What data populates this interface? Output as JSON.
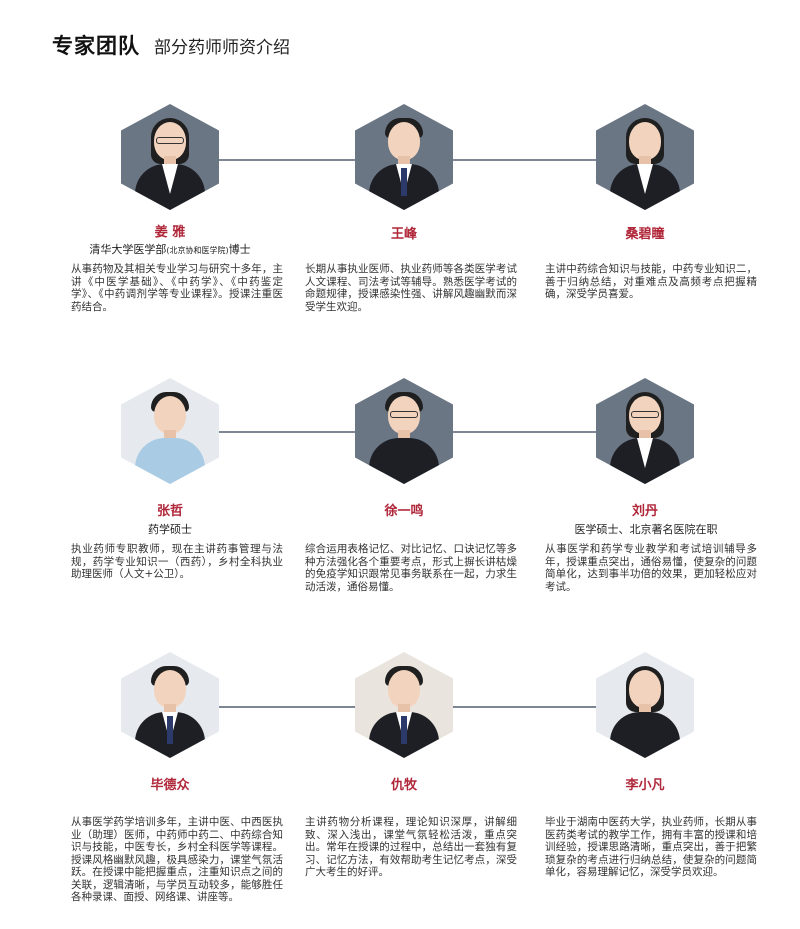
{
  "header": {
    "title": "专家团队",
    "subtitle": "部分药师师资介绍"
  },
  "experts": [
    {
      "name": "姜 雅",
      "credential_main": "清华大学医学部",
      "credential_small": "(北京协和医学院)",
      "credential_tail": "博士",
      "bio": "从事药物及其相关专业学习与研究十多年，主讲《中医学基础》、《中药学》、《中药鉴定学》、《中药调剂学等专业课程》。授课注重医药结合。"
    },
    {
      "name": "王峰",
      "credential_main": "",
      "credential_small": "",
      "credential_tail": "",
      "bio": "长期从事执业医师、执业药师等各类医学考试人文课程、司法考试等辅导。熟悉医学考试的命题规律，授课感染性强、讲解风趣幽默而深受学生欢迎。"
    },
    {
      "name": "桑碧瞳",
      "credential_main": "",
      "credential_small": "",
      "credential_tail": "",
      "bio": "主讲中药综合知识与技能，中药专业知识二，善于归纳总结，对重难点及高频考点把握精确，深受学员喜爱。"
    },
    {
      "name": "张哲",
      "credential_main": "药学硕士",
      "credential_small": "",
      "credential_tail": "",
      "bio": "执业药师专职教师，现在主讲药事管理与法规，药学专业知识一（西药），乡村全科执业助理医师（人文+公卫）。"
    },
    {
      "name": "徐一鸣",
      "credential_main": "",
      "credential_small": "",
      "credential_tail": "",
      "bio": "综合运用表格记忆、对比记忆、口诀记忆等多种方法强化各个重要考点，形式上摒长讲枯燥的免疫学知识跟常见事务联系在一起，力求生动活泼，通俗易懂。"
    },
    {
      "name": "刘丹",
      "credential_main": "医学硕士、北京著名医院在职",
      "credential_small": "",
      "credential_tail": "",
      "bio": "从事医学和药学专业教学和考试培训辅导多年，授课重点突出，通俗易懂，使复杂的问题简单化，达到事半功倍的效果，更加轻松应对考试。"
    },
    {
      "name": "毕德众",
      "credential_main": "",
      "credential_small": "",
      "credential_tail": "",
      "bio": "从事医学药学培训多年，主讲中医、中西医执业（助理）医师，中药师中药二、中药综合知识与技能，中医专长，乡村全科医学等课程。授课风格幽默风趣，极具感染力，课堂气氛活跃。在授课中能把握重点，注重知识点之间的关联，逻辑清晰，与学员互动较多，能够胜任各种录课、面授、网络课、讲座等。"
    },
    {
      "name": "仇牧",
      "credential_main": "",
      "credential_small": "",
      "credential_tail": "",
      "bio": "主讲药物分析课程，理论知识深厚，讲解细致、深入浅出，课堂气氛轻松活泼，重点突出。常年在授课的过程中，总结出一套独有复习、记忆方法，有效帮助考生记忆考点，深受广大考生的好评。"
    },
    {
      "name": "李小凡",
      "credential_main": "",
      "credential_small": "",
      "credential_tail": "",
      "bio": "毕业于湖南中医药大学，执业药师，长期从事医药类考试的教学工作，拥有丰富的授课和培训经验，授课思路清晰，重点突出，善于把繁琐复杂的考点进行归纳总结，使复杂的问题简单化，容易理解记忆，深受学员欢迎。"
    }
  ]
}
